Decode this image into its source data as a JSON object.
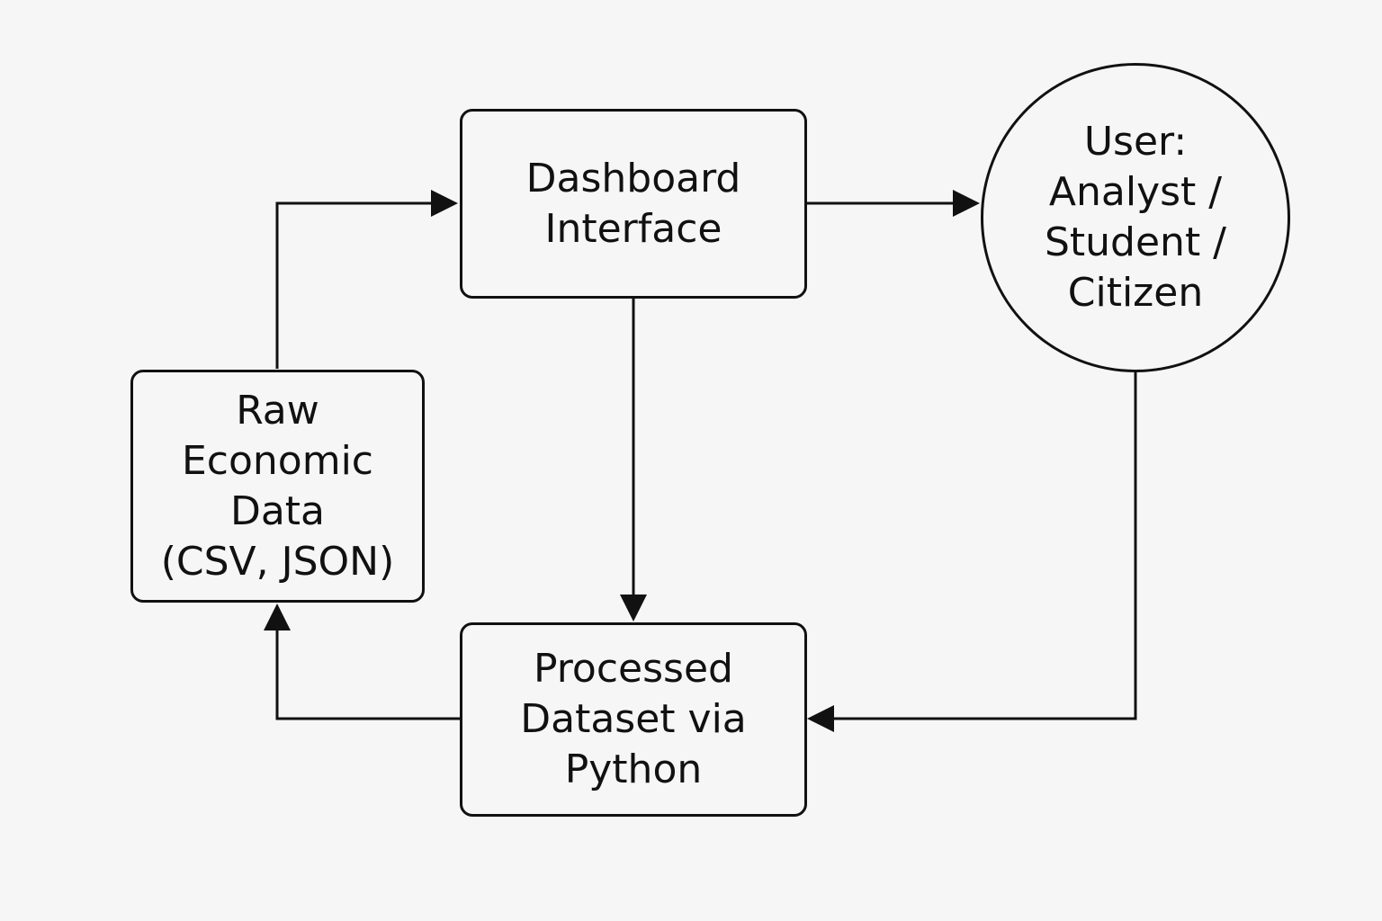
{
  "nodes": {
    "raw_data": {
      "lines": [
        "Raw",
        "Economic",
        "Data",
        "(CSV, JSON)"
      ]
    },
    "dashboard": {
      "lines": [
        "Dashboard",
        "Interface"
      ]
    },
    "user": {
      "lines": [
        "User:",
        "Analyst /",
        "Student /",
        "Citizen"
      ]
    },
    "processed": {
      "lines": [
        "Processed",
        "Dataset via",
        "Python"
      ]
    }
  },
  "colors": {
    "stroke": "#111111",
    "background": "#f6f6f6"
  }
}
